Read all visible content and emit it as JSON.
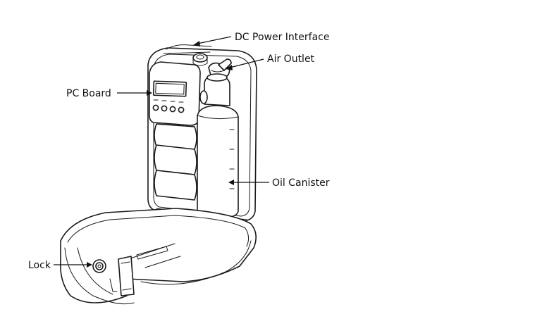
{
  "callouts": {
    "dc_power": "DC Power Interface",
    "air_outlet": "Air Outlet",
    "pc_board": "PC Board",
    "oil_canister": "Oil Canister",
    "lock": "Lock"
  },
  "colors": {
    "ink": "#1a1a1a",
    "background": "#ffffff"
  }
}
